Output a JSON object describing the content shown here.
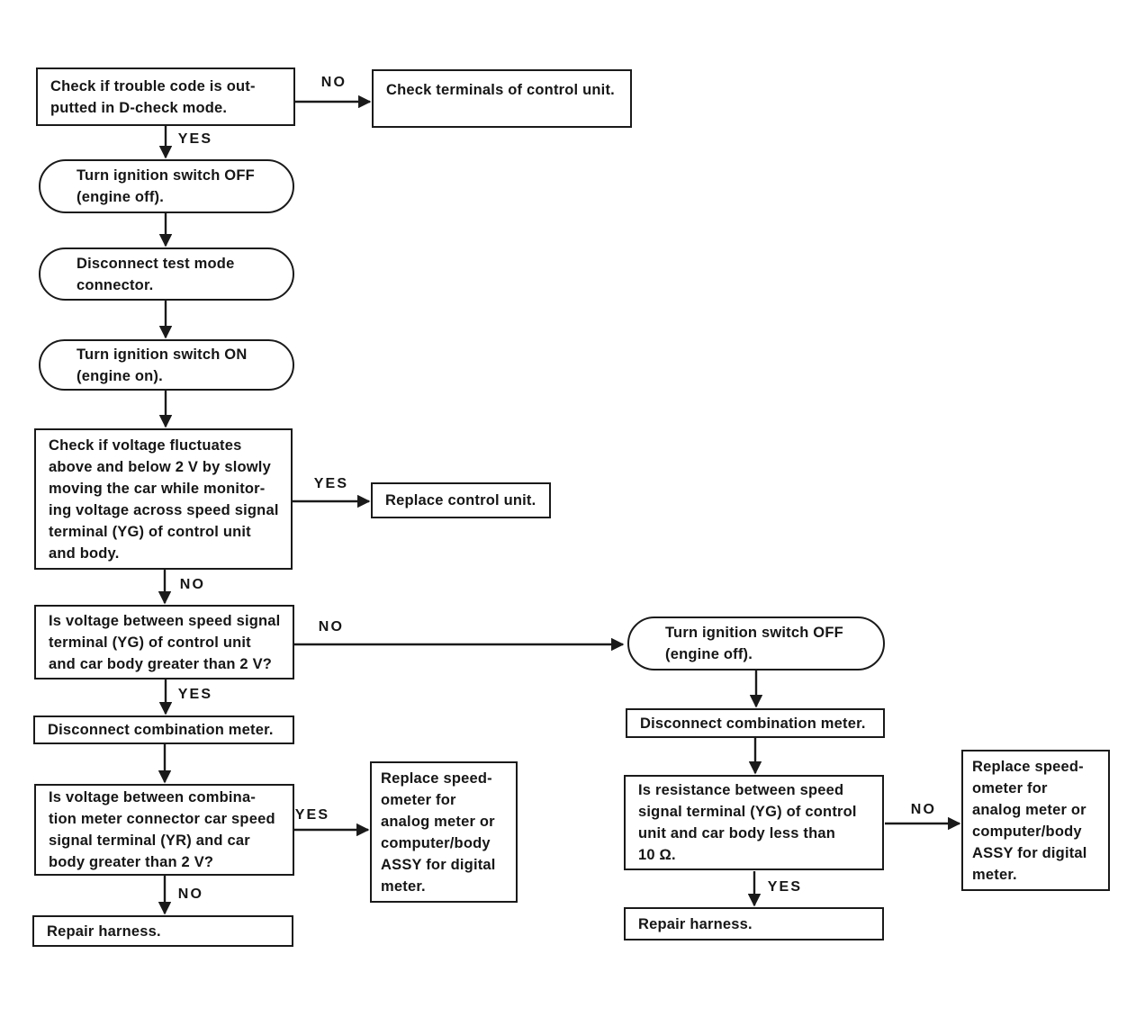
{
  "diagram": {
    "kind": "flowchart",
    "colors": {
      "ink": "#1a1a1a",
      "paper": "#ffffff"
    },
    "labels": {
      "yes": "YES",
      "no": "NO"
    },
    "nodes": {
      "check_trouble_code": {
        "shape": "rect",
        "lines": [
          "Check if trouble code is out-",
          "putted in D-check mode."
        ]
      },
      "check_terminals": {
        "shape": "rect",
        "lines": [
          "Check terminals of control unit."
        ]
      },
      "ignition_off_1": {
        "shape": "terminal",
        "lines": [
          "Turn ignition switch OFF",
          "(engine off)."
        ]
      },
      "disconnect_test_mode": {
        "shape": "terminal",
        "lines": [
          "Disconnect test mode",
          "connector."
        ]
      },
      "ignition_on": {
        "shape": "terminal",
        "lines": [
          "Turn ignition switch ON",
          "(engine on)."
        ]
      },
      "check_voltage_fluctuates": {
        "shape": "rect",
        "lines": [
          "Check if voltage fluctuates",
          "above and below 2 V by slowly",
          "moving the car while monitor-",
          "ing voltage across speed signal",
          "terminal (YG) of control unit",
          "and body."
        ]
      },
      "replace_control_unit": {
        "shape": "rect",
        "lines": [
          "Replace control unit."
        ]
      },
      "voltage_yg_over_2v": {
        "shape": "rect",
        "lines": [
          "Is voltage between speed signal",
          "terminal (YG) of control unit",
          "and car body greater than 2 V?"
        ]
      },
      "ignition_off_2": {
        "shape": "terminal",
        "lines": [
          "Turn ignition switch OFF",
          "(engine off)."
        ]
      },
      "disconnect_meter_left": {
        "shape": "rect",
        "lines": [
          "Disconnect combination meter."
        ]
      },
      "disconnect_meter_right": {
        "shape": "rect",
        "lines": [
          "Disconnect combination meter."
        ]
      },
      "voltage_yr_over_2v": {
        "shape": "rect",
        "lines": [
          "Is voltage between combina-",
          "tion meter connector car speed",
          "signal terminal (YR) and car",
          "body greater than 2 V?"
        ]
      },
      "replace_speedometer_left": {
        "shape": "rect",
        "lines": [
          "Replace speed-",
          "ometer for",
          "analog meter or",
          "computer/body",
          "ASSY for digital",
          "meter."
        ]
      },
      "repair_harness_left": {
        "shape": "rect",
        "lines": [
          "Repair harness."
        ]
      },
      "resistance_under_10ohm": {
        "shape": "rect",
        "lines": [
          "Is resistance between speed",
          "signal terminal (YG) of control",
          "unit and car body less than",
          "10 Ω."
        ]
      },
      "replace_speedometer_right": {
        "shape": "rect",
        "lines": [
          "Replace speed-",
          "ometer for",
          "analog meter or",
          "computer/body",
          "ASSY for digital",
          "meter."
        ]
      },
      "repair_harness_right": {
        "shape": "rect",
        "lines": [
          "Repair harness."
        ]
      }
    },
    "edges": [
      {
        "from": "check_trouble_code",
        "to": "check_terminals",
        "label": "NO"
      },
      {
        "from": "check_trouble_code",
        "to": "ignition_off_1",
        "label": "YES"
      },
      {
        "from": "ignition_off_1",
        "to": "disconnect_test_mode",
        "label": ""
      },
      {
        "from": "disconnect_test_mode",
        "to": "ignition_on",
        "label": ""
      },
      {
        "from": "ignition_on",
        "to": "check_voltage_fluctuates",
        "label": ""
      },
      {
        "from": "check_voltage_fluctuates",
        "to": "replace_control_unit",
        "label": "YES"
      },
      {
        "from": "check_voltage_fluctuates",
        "to": "voltage_yg_over_2v",
        "label": "NO"
      },
      {
        "from": "voltage_yg_over_2v",
        "to": "ignition_off_2",
        "label": "NO"
      },
      {
        "from": "voltage_yg_over_2v",
        "to": "disconnect_meter_left",
        "label": "YES"
      },
      {
        "from": "disconnect_meter_left",
        "to": "voltage_yr_over_2v",
        "label": ""
      },
      {
        "from": "voltage_yr_over_2v",
        "to": "replace_speedometer_left",
        "label": "YES"
      },
      {
        "from": "voltage_yr_over_2v",
        "to": "repair_harness_left",
        "label": "NO"
      },
      {
        "from": "ignition_off_2",
        "to": "disconnect_meter_right",
        "label": ""
      },
      {
        "from": "disconnect_meter_right",
        "to": "resistance_under_10ohm",
        "label": ""
      },
      {
        "from": "resistance_under_10ohm",
        "to": "replace_speedometer_right",
        "label": "NO"
      },
      {
        "from": "resistance_under_10ohm",
        "to": "repair_harness_right",
        "label": "YES"
      }
    ]
  }
}
